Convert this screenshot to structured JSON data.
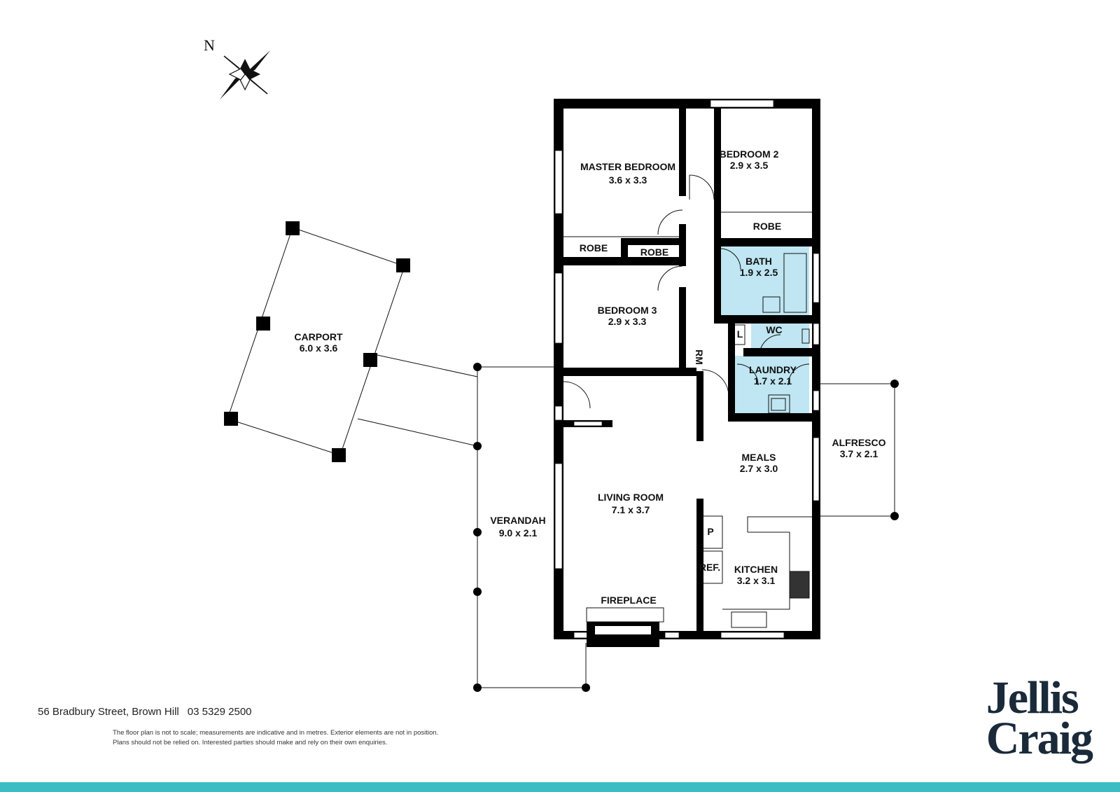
{
  "compass": {
    "label": "N"
  },
  "rooms": {
    "master_bedroom": {
      "name": "MASTER BEDROOM",
      "size": "3.6 x 3.3"
    },
    "bedroom2": {
      "name": "BEDROOM 2",
      "size": "2.9 x 3.5"
    },
    "bedroom3": {
      "name": "BEDROOM 3",
      "size": "2.9 x 3.3"
    },
    "robe_master": {
      "name": "ROBE"
    },
    "robe_b3": {
      "name": "ROBE"
    },
    "robe_b2": {
      "name": "ROBE"
    },
    "bath": {
      "name": "BATH",
      "size": "1.9 x 2.5"
    },
    "wc": {
      "name": "WC"
    },
    "linen": {
      "name": "L"
    },
    "rm": {
      "name": "RM"
    },
    "laundry": {
      "name": "LAUNDRY",
      "size": "1.7 x 2.1"
    },
    "meals": {
      "name": "MEALS",
      "size": "2.7 x 3.0"
    },
    "alfresco": {
      "name": "ALFRESCO",
      "size": "3.7 x 2.1"
    },
    "living_room": {
      "name": "LIVING ROOM",
      "size": "7.1 x 3.7"
    },
    "verandah": {
      "name": "VERANDAH",
      "size": "9.0 x 2.1"
    },
    "carport": {
      "name": "CARPORT",
      "size": "6.0 x 3.6"
    },
    "pantry": {
      "name": "P"
    },
    "fridge": {
      "name": "REF."
    },
    "kitchen": {
      "name": "KITCHEN",
      "size": "3.2 x 3.1"
    },
    "fireplace": {
      "name": "FIREPLACE"
    }
  },
  "footer": {
    "address": "56 Bradbury Street, Brown Hill",
    "phone": "03 5329 2500",
    "disclaimer_line1": "The floor plan is not to scale; measurements are indicative and in metres. Exterior elements are not in position.",
    "disclaimer_line2": "Plans should not be relied on. Interested parties should make and rely on their own enquiries.",
    "accent_color": "#3cbcc3"
  },
  "brand": {
    "line1": "Jellis",
    "line2": "Craig"
  },
  "colors": {
    "wet_areas": "#bfe6f2",
    "walls": "#000000"
  }
}
